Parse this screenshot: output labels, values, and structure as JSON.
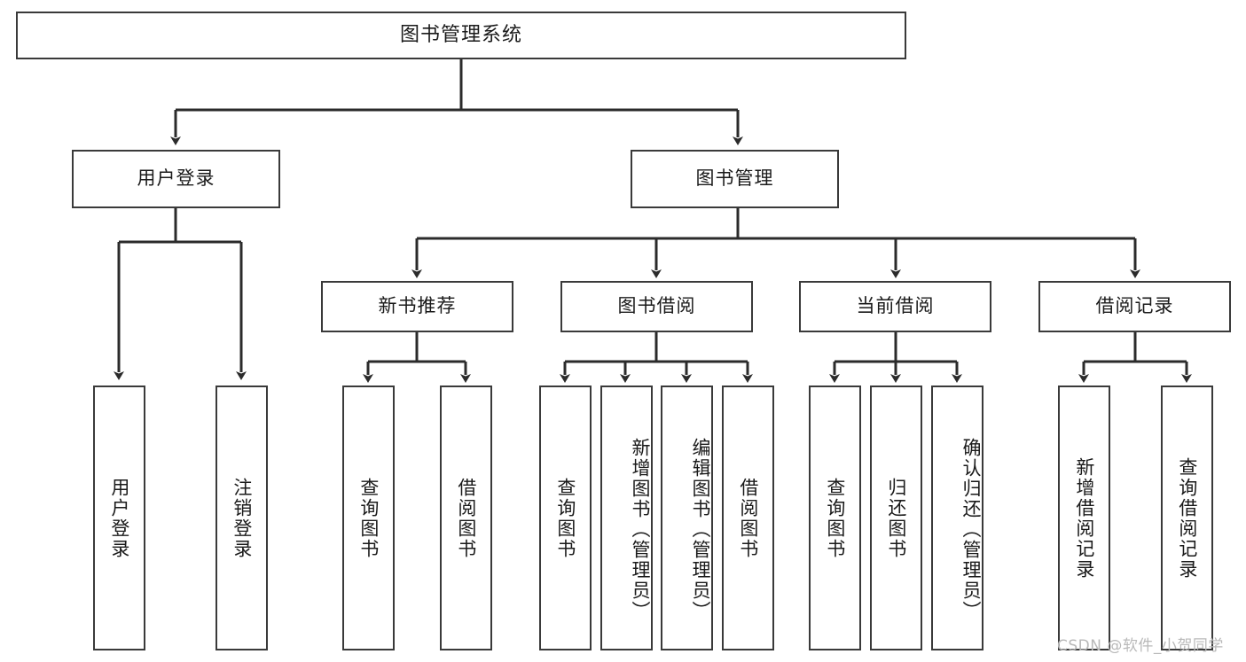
{
  "diagram": {
    "title": "图书管理系统",
    "type": "tree-hierarchy-chart",
    "root": {
      "label": "图书管理系统"
    },
    "level1": [
      {
        "label": "用户登录"
      },
      {
        "label": "图书管理"
      }
    ],
    "level2": [
      {
        "label": "新书推荐"
      },
      {
        "label": "图书借阅"
      },
      {
        "label": "当前借阅"
      },
      {
        "label": "借阅记录"
      }
    ],
    "leaves": {
      "user_login": [
        {
          "label": "用户登录"
        },
        {
          "label": "注销登录"
        }
      ],
      "new_book_recommend": [
        {
          "label": "查询图书"
        },
        {
          "label": "借阅图书"
        }
      ],
      "book_borrow": [
        {
          "label": "查询图书"
        },
        {
          "label": "新增图书（管理员）"
        },
        {
          "label": "编辑图书（管理员）"
        },
        {
          "label": "借阅图书"
        }
      ],
      "current_borrow": [
        {
          "label": "查询图书"
        },
        {
          "label": "归还图书"
        },
        {
          "label": "确认归还（管理员）"
        }
      ],
      "borrow_record": [
        {
          "label": "新增借阅记录"
        },
        {
          "label": "查询借阅记录"
        }
      ]
    }
  },
  "watermark": {
    "text": "CSDN @软件_小贺同学"
  },
  "colors": {
    "box_border": "#3a3a3a",
    "box_fill": "#ffffff",
    "text": "#1a1a1a",
    "connector": "#2b2b2b",
    "watermark": "#b9b9b9"
  }
}
